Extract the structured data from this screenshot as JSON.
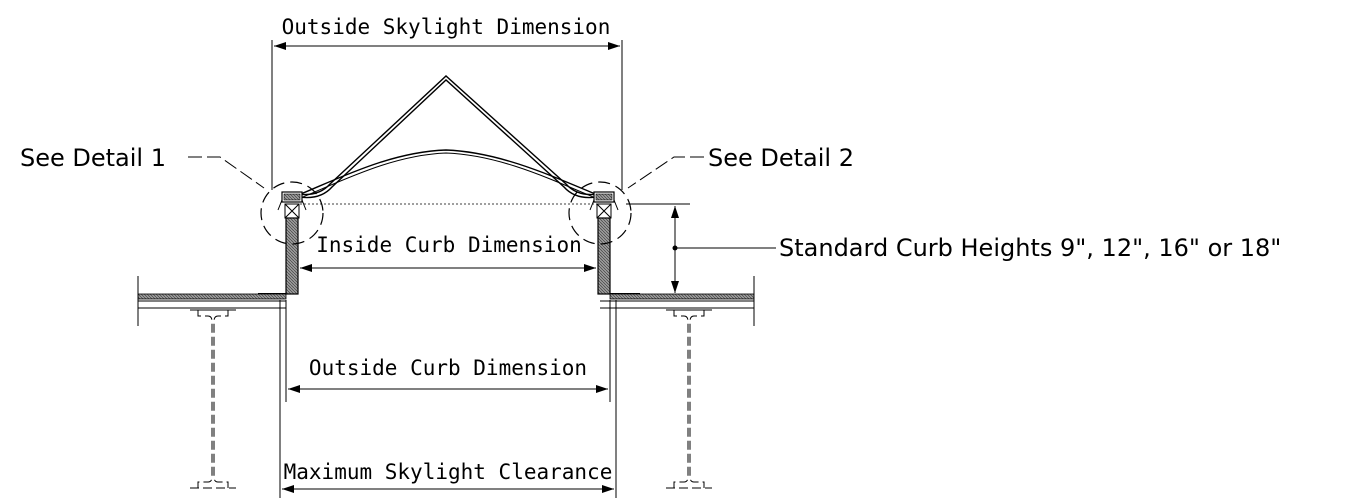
{
  "labels": {
    "outside_skylight_dimension": "Outside Skylight Dimension",
    "see_detail_1": "See Detail 1",
    "see_detail_2": "See Detail 2",
    "inside_curb_dimension": "Inside Curb Dimension",
    "standard_curb_heights": "Standard Curb Heights 9\", 12\", 16\" or 18\"",
    "outside_curb_dimension": "Outside Curb Dimension",
    "maximum_skylight_clearance": "Maximum Skylight Clearance"
  },
  "colors": {
    "ink": "#000000",
    "curb_hatch": "#555555",
    "background": "#ffffff"
  }
}
